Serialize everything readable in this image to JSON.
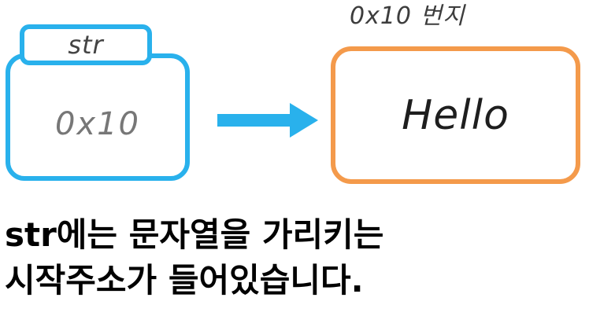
{
  "diagram": {
    "variable": {
      "name": "str",
      "value": "0x10",
      "border_color": "#29b1ec"
    },
    "arrow": {
      "icon": "right-arrow-icon",
      "color": "#29b1ec"
    },
    "memory": {
      "address_label": "0x10 번지",
      "value": "Hello",
      "border_color": "#f49a4b"
    }
  },
  "caption": {
    "line1": "str에는 문자열을 가리키는",
    "line2": "시작주소가 들어있습니다."
  }
}
